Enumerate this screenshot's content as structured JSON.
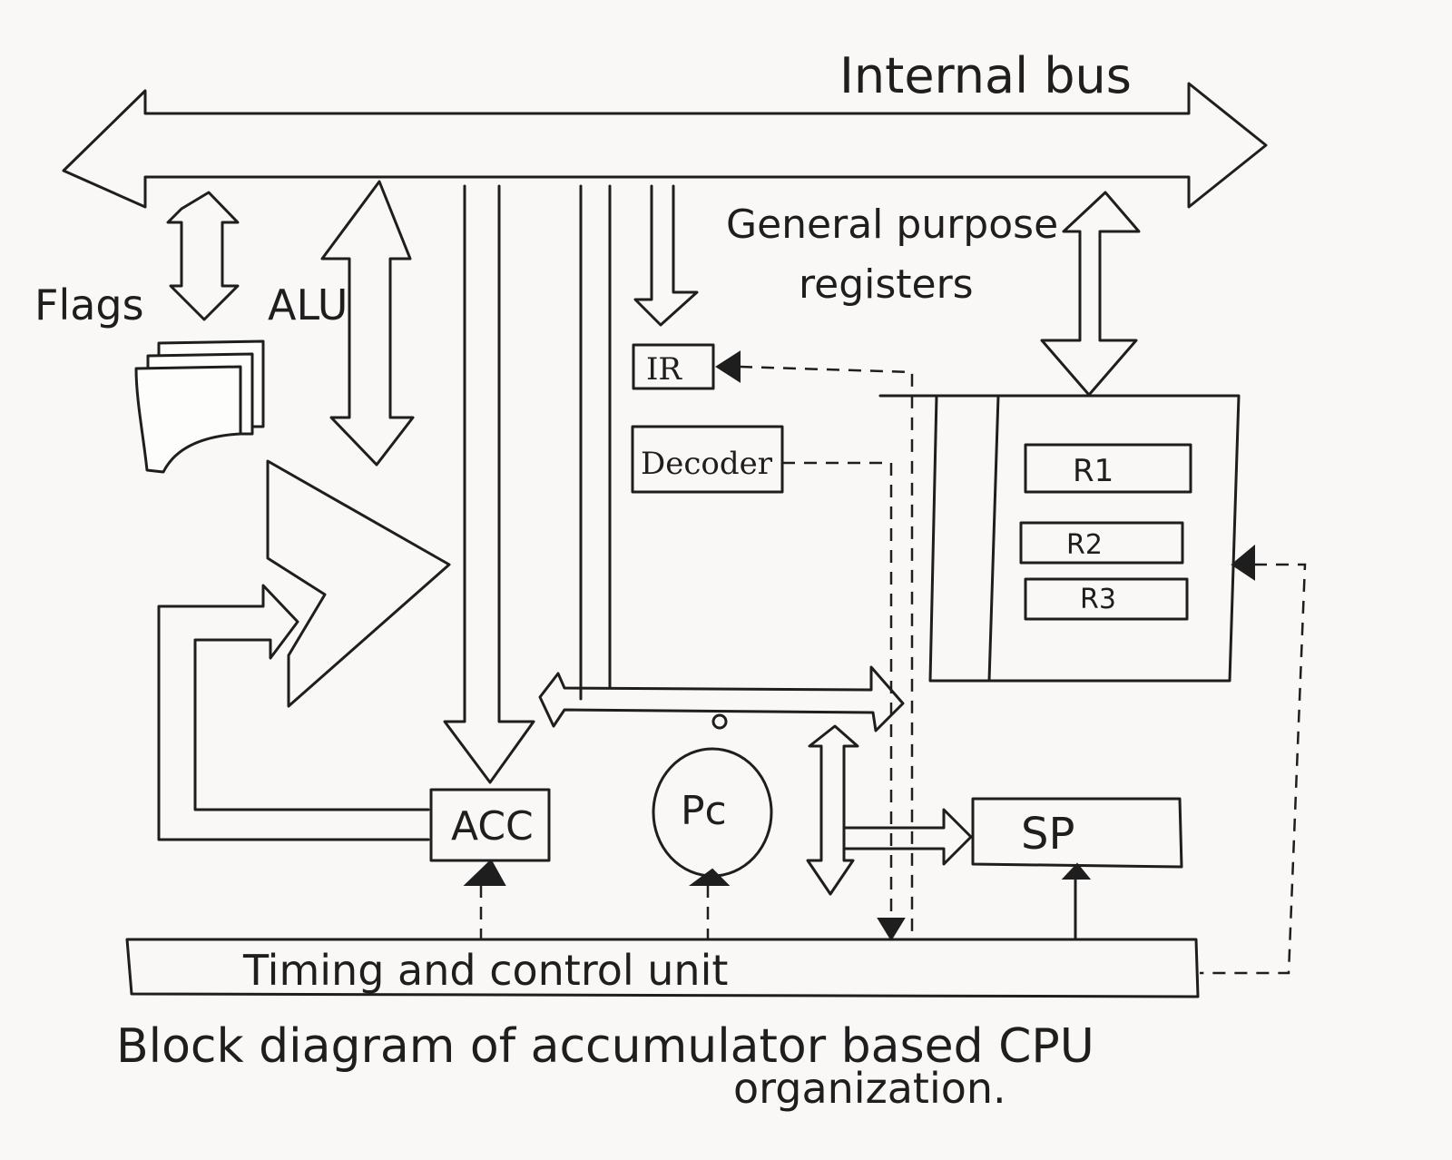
{
  "labels": {
    "internal_bus": "Internal bus",
    "general_purpose_registers_line1": "General purpose",
    "general_purpose_registers_line2": "registers",
    "flags": "Flags",
    "alu": "ALU",
    "ir": "IR",
    "decoder": "Decoder",
    "r1": "R1",
    "r2": "R2",
    "r3": "R3",
    "acc": "ACC",
    "pc": "Pc",
    "sp": "SP",
    "timing_control": "Timing and control unit",
    "caption_line1": "Block diagram of accumulator based CPU",
    "caption_line2": "organization."
  },
  "colors": {
    "ink": "#1e1e1e",
    "paper": "#f9f8f6"
  }
}
